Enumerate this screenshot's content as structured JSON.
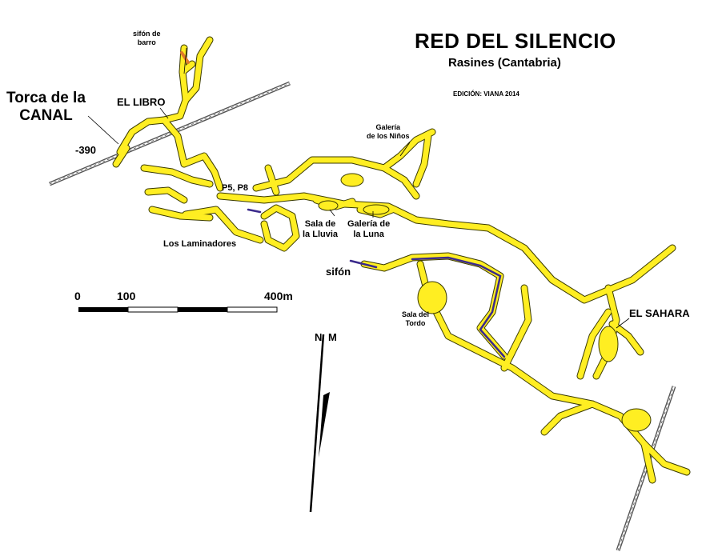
{
  "title": "RED DEL SILENCIO",
  "subtitle": "Rasines (Cantabria)",
  "edition": "EDICIÓN: VIANA 2014",
  "labels": {
    "torca_line1": "Torca de la",
    "torca_line2": "CANAL",
    "el_libro": "EL LIBRO",
    "sifon_barro_line1": "sifón de",
    "sifon_barro_line2": "barro",
    "depth": "-390",
    "p5_p8": "P5, P8",
    "los_laminadores": "Los Laminadores",
    "sala_lluvia_line1": "Sala de",
    "sala_lluvia_line2": "la Lluvia",
    "galeria_luna_line1": "Galería de",
    "galeria_luna_line2": "la Luna",
    "galeria_ninos_line1": "Galería",
    "galeria_ninos_line2": "de los Niños",
    "sifon": "sifón",
    "sala_tordo_line1": "Sala del",
    "sala_tordo_line2": "Tordo",
    "el_sahara": "EL SAHARA"
  },
  "scale": {
    "ticks": [
      "0",
      "100",
      "400m"
    ]
  },
  "north": {
    "label_n": "N",
    "label_m": "M"
  },
  "colors": {
    "passage_fill": "#ffee22",
    "passage_outline": "#3a3a00",
    "water": "#3b2a8c",
    "mud_sump": "#e07a2a",
    "road": "#555555"
  }
}
